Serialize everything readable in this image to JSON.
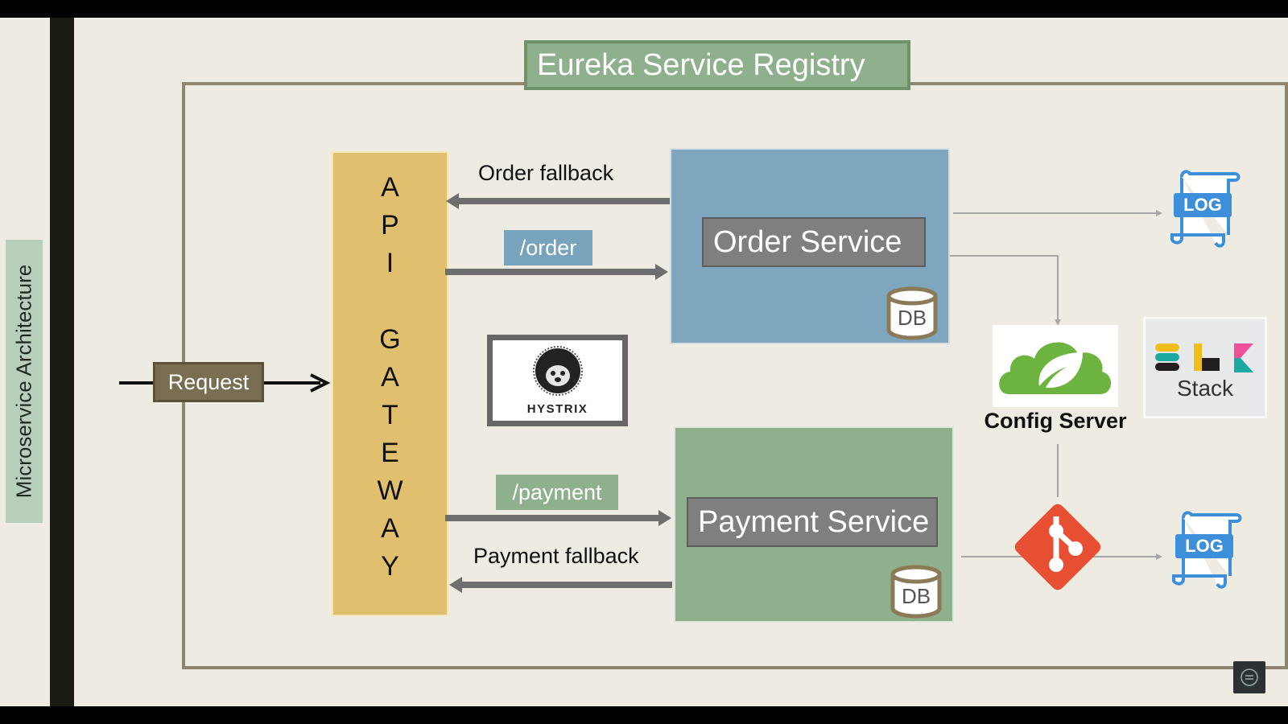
{
  "side_label": "Microservice Architecture",
  "registry_title": "Eureka Service Registry",
  "gateway_letters": [
    "A",
    "P",
    "I",
    "G",
    "A",
    "T",
    "E",
    "W",
    "A",
    "Y"
  ],
  "request_label": "Request",
  "order_fallback": "Order fallback",
  "order_route": "/order",
  "payment_route": "/payment",
  "payment_fallback": "Payment fallback",
  "order_service": "Order Service",
  "payment_service": "Payment Service",
  "db_label": "DB",
  "hystrix_label": "HYSTRIX",
  "config_server": "Config Server",
  "elk_stack": "Stack",
  "log_label": "LOG",
  "colors": {
    "gateway": "#e0c06e",
    "order_service": "#7ea6be",
    "payment_service": "#8fb08d",
    "registry": "#8fb08d",
    "spring_green": "#6db33f",
    "git_red": "#e84e31",
    "log_blue": "#3c8fd8"
  },
  "icons": [
    "database-icon",
    "hystrix-logo",
    "spring-cloud-leaf-icon",
    "elk-logo",
    "git-icon",
    "log-file-icon"
  ]
}
